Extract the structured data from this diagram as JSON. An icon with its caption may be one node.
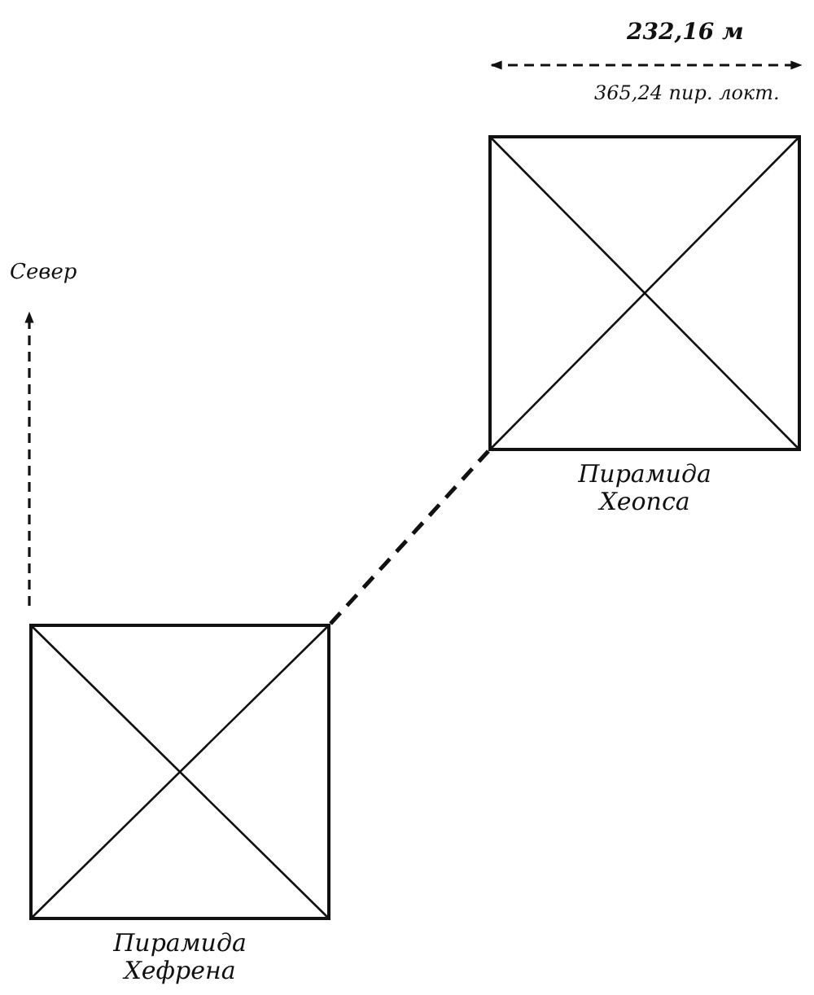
{
  "diagram": {
    "nodes": [
      {
        "text": [
          "Пирамида Хеопса"
        ]
      },
      {
        "text": [
          "Пирамида Хефрена"
        ]
      }
    ],
    "edges": [
      {
        "from": 1,
        "to": 0,
        "arrow": "none",
        "style": "dashed"
      }
    ],
    "labels": [
      "232,16 м",
      "365,24 пир. локт.",
      "Север"
    ]
  }
}
